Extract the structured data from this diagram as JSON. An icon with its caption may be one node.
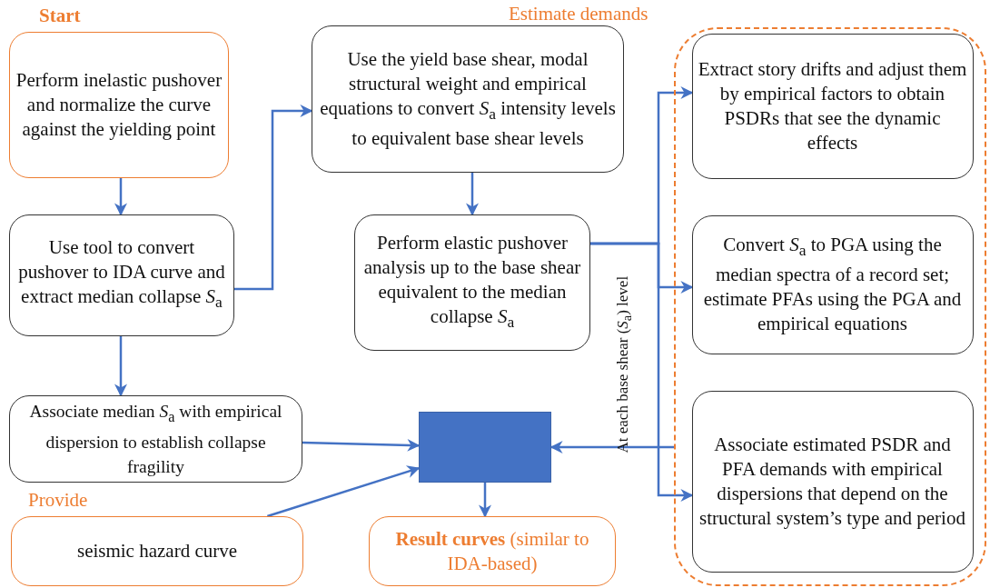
{
  "diagram": {
    "nodes": [
      {
        "text": [
          "Start",
          "Perform inelastic pushover and normalize the curve against the yielding point"
        ]
      },
      {
        "text": [
          "Use tool to convert pushover to IDA curve and extract median collapse *S*$_{a}$"
        ]
      },
      {
        "text": [
          "Use the yield base shear, modal structural weight and empirical equations to convert *S*$_{a}$ intensity levels to equivalent base shear levels"
        ]
      },
      {
        "text": [
          "Perform elastic pushover analysis up to the base shear equivalent to the median collapse *S*$_{a}$"
        ]
      },
      {
        "text": [
          "Associate median *S*$_{a}$ with empirical dispersion to establish collapse fragility"
        ]
      },
      {
        "text": [
          "Provide",
          "seismic hazard curve"
        ]
      },
      {
        "text": [],
        "shape": "box"
      },
      {
        "text": [
          "**Result curves** (similar to IDA-based)"
        ]
      },
      {
        "text": [
          "Estimate demands"
        ]
      },
      {
        "text": [
          "Extract story drifts and adjust them by empirical factors to obtain PSDRs that see the dynamic effects"
        ],
        "in": 8
      },
      {
        "text": [
          "Convert *S*$_{a}$ to PGA using the median spectra of a record set; estimate PFAs using the PGA and empirical equations"
        ],
        "in": 8
      },
      {
        "text": [
          "Associate estimated PSDR and PFA demands with empirical dispersions that depend on the structural system’s type and period"
        ],
        "in": 8
      }
    ],
    "edges": [
      {
        "from": 0,
        "to": 1,
        "arrow": "to"
      },
      {
        "from": 1,
        "to": 2,
        "arrow": "to"
      },
      {
        "from": 2,
        "to": 3,
        "arrow": "to"
      },
      {
        "from": 1,
        "to": 4,
        "arrow": "to"
      },
      {
        "from": 3,
        "to": 9,
        "arrow": "to"
      },
      {
        "from": 3,
        "to": 10,
        "arrow": "to"
      },
      {
        "from": 3,
        "to": 11,
        "arrow": "to"
      },
      {
        "from": 8,
        "to": 6,
        "arrow": "to"
      },
      {
        "from": 4,
        "to": 6,
        "arrow": "to"
      },
      {
        "from": 5,
        "to": 6,
        "arrow": "to"
      },
      {
        "from": 6,
        "to": 7,
        "arrow": "to"
      }
    ],
    "labels": [
      "At each base shear (*S*$_{a}$) level"
    ]
  }
}
